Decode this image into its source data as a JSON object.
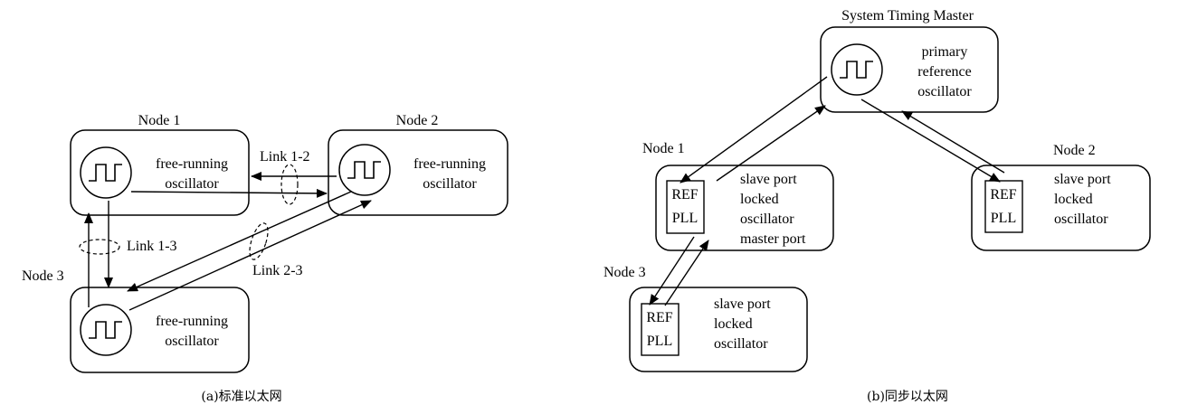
{
  "diagram_a": {
    "caption": "(a)标准以太网",
    "node1": {
      "title": "Node 1",
      "line1": "free-running",
      "line2": "oscillator"
    },
    "node2": {
      "title": "Node 2",
      "line1": "free-running",
      "line2": "oscillator"
    },
    "node3": {
      "title": "Node 3",
      "line1": "free-running",
      "line2": "oscillator"
    },
    "links": {
      "l12": "Link 1-2",
      "l13": "Link 1-3",
      "l23": "Link 2-3"
    }
  },
  "diagram_b": {
    "caption": "(b)同步以太网",
    "master": {
      "title": "System Timing Master",
      "line1": "primary",
      "line2": "reference",
      "line3": "oscillator"
    },
    "node1": {
      "title": "Node 1",
      "ref": "REF",
      "pll": "PLL",
      "line1": "slave port",
      "line2": "locked",
      "line3": "oscillator",
      "line4": "master port"
    },
    "node2": {
      "title": "Node 2",
      "ref": "REF",
      "pll": "PLL",
      "line1": "slave port",
      "line2": "locked",
      "line3": "oscillator"
    },
    "node3": {
      "title": "Node 3",
      "ref": "REF",
      "pll": "PLL",
      "line1": "slave port",
      "line2": "locked",
      "line3": "oscillator"
    }
  }
}
